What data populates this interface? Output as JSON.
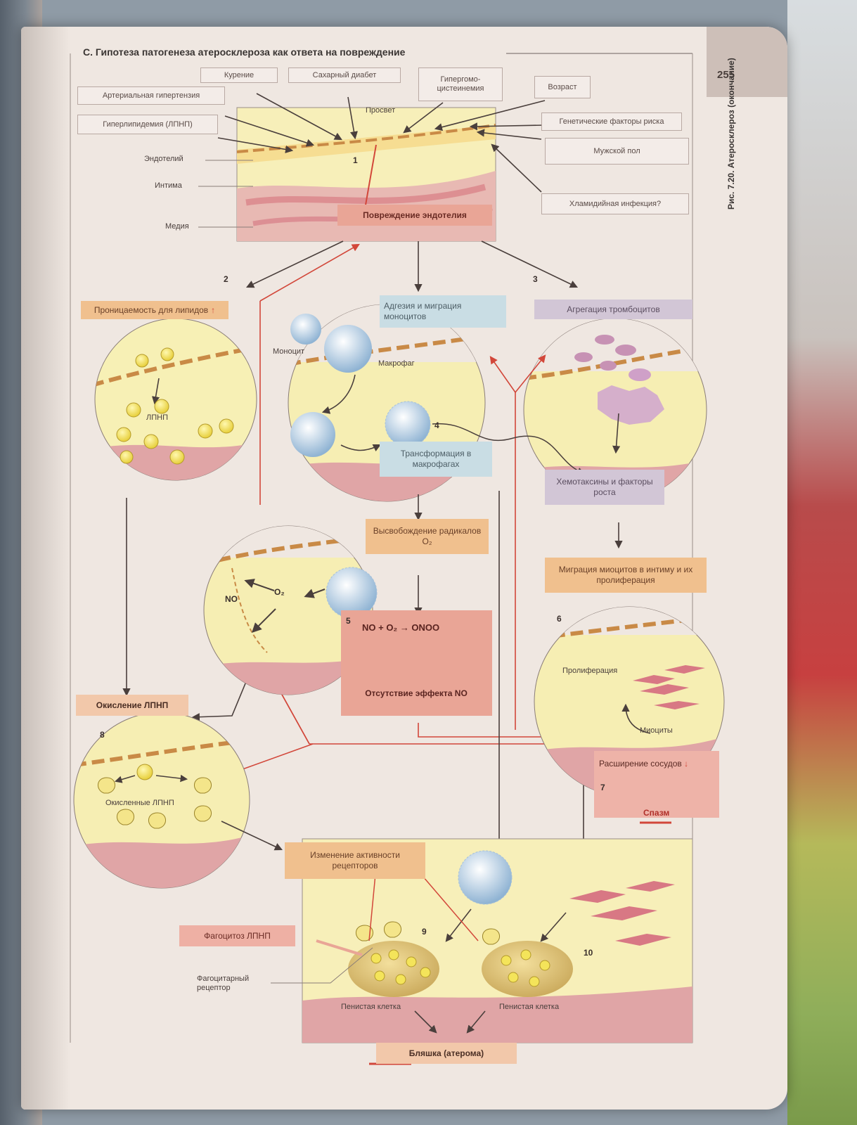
{
  "header": {
    "title": "С. Гипотеза патогенеза атеросклероза как ответа на повреждение",
    "page_number": "255",
    "figure_caption": "Рис. 7.20. Атеросклероз (окончание)"
  },
  "risk_factors": [
    "Курение",
    "Сахарный диабет",
    "Гипергомо-цистеинемия",
    "Возраст",
    "Артериальная гипертензия",
    "Гиперлипидемия (ЛПНП)",
    "Генетические факторы риска",
    "Мужской пол",
    "Хламидийная инфекция?"
  ],
  "layers": {
    "lumen": "Просвет",
    "endothelium": "Эндотелий",
    "intima": "Интима",
    "media": "Медия"
  },
  "steps": {
    "s1_num": "1",
    "s1_label": "Повреждение эндотелия",
    "s2_num": "2",
    "s2_label": "Проницаемость для липидов",
    "s2_arrow": "↑",
    "s2_ldl": "ЛПНП",
    "s3_num": "3",
    "s3_label": "Агрегация тромбоцитов",
    "s_adhesion": "Адгезия и миграция моноцитов",
    "monocyte": "Моноцит",
    "macrophage": "Макрофаг",
    "s4_num": "4",
    "s4_label": "Трансформация в макрофагах",
    "chemotaxins": "Хемотаксины и факторы роста",
    "radicals": "Высвобождение радикалов O₂",
    "no_label": "NO",
    "o2_label": "O₂",
    "s5_num": "5",
    "s5_formula": "NO + O₂ → ONOO",
    "s5_result": "Отсутствие эффекта NO",
    "migration": "Миграция миоцитов в интиму и их пролиферация",
    "s6_num": "6",
    "proliferation": "Пролиферация",
    "myocytes": "Миоциты",
    "s7_num": "7",
    "vasodilation": "Расширение сосудов",
    "vasodilation_arrow": "↓",
    "spasm": "Спазм",
    "oxidation": "Окисление ЛПНП",
    "s8_num": "8",
    "oxidized_ldl": "Окисленные ЛПНП",
    "receptors": "Изменение активности рецепторов",
    "phagocytosis": "Фагоцитоз ЛПНП",
    "phago_receptor": "Фагоцитарный рецептор",
    "s9_num": "9",
    "s10_num": "10",
    "foam_cell_1": "Пенистая клетка",
    "foam_cell_2": "Пенистая клетка",
    "plaque": "Бляшка (атерома)"
  }
}
